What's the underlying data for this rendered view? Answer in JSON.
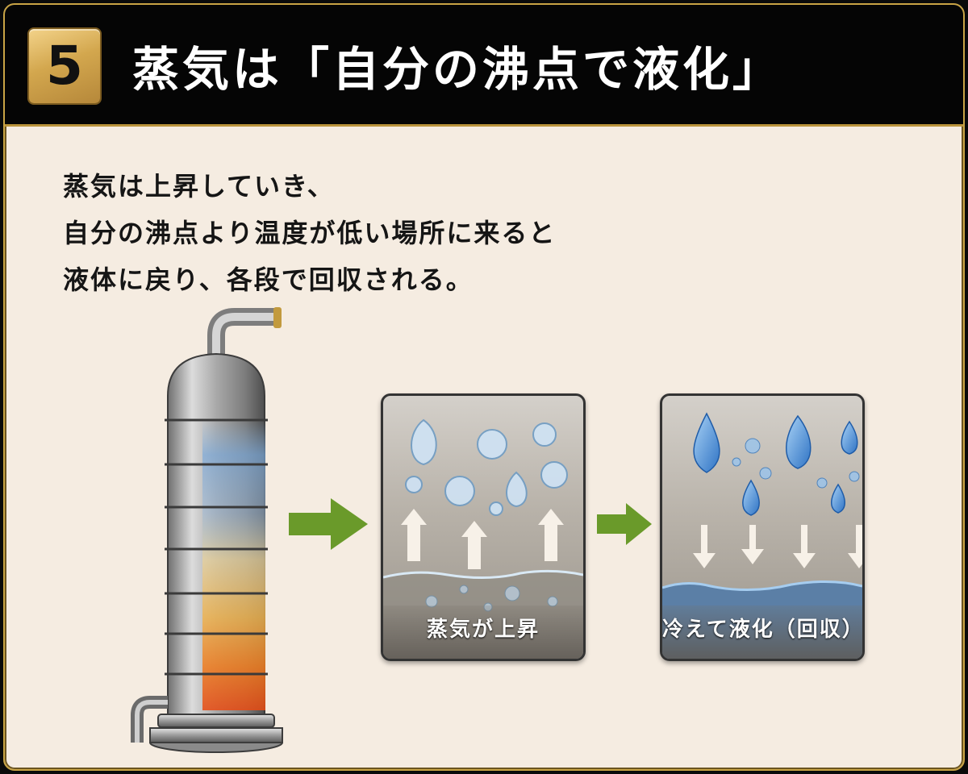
{
  "header": {
    "step_number": "5",
    "title": "蒸気は「自分の沸点で液化」"
  },
  "description": {
    "lines": [
      "蒸気は上昇していき、",
      "自分の沸点より温度が低い場所に来ると",
      "液体に戻り、各段で回収される。"
    ]
  },
  "panels": {
    "rise_label": "蒸気が上昇",
    "condense_label": "冷えて液化（回収）"
  },
  "colors": {
    "accent_gold": "#c9a445",
    "arrow_green": "#6a9a2a",
    "background": "#f5ece1",
    "header_bg": "#050505"
  },
  "icons": {
    "tower": "distillation-column-icon",
    "arrow": "right-arrow-icon",
    "droplet": "droplet-icon"
  }
}
